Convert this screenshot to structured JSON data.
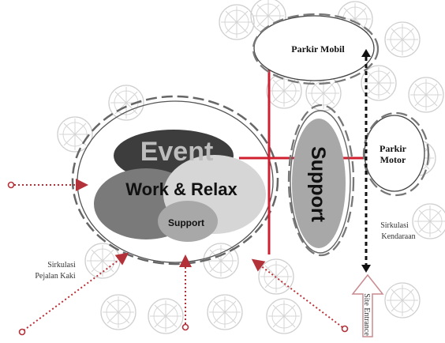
{
  "zones": {
    "event": "Event",
    "work_relax": "Work & Relax",
    "support_inner": "Support",
    "support_right": "Support",
    "parkir_mobil": "Parkir Mobil",
    "parkir_motor_line1": "Parkir",
    "parkir_motor_line2": "Motor"
  },
  "labels": {
    "sirkulasi_pejalan_line1": "Sirkulasi",
    "sirkulasi_pejalan_line2": "Pejalan Kaki",
    "sirkulasi_kendaraan_line1": "Sirkulasi",
    "sirkulasi_kendaraan_line2": "Kendaraan",
    "site_entrance": "Site Entrance"
  },
  "colors": {
    "axis_red": "#d0202f",
    "pedestrian_arrow": "#b3323a",
    "event_fill": "#3d3d3d",
    "work_fill": "#7a7a7a",
    "relax_fill": "#d6d6d6",
    "support_fill": "#a8a8a8",
    "dashed_outline": "#666666",
    "tree_outline": "#c9c9c9"
  }
}
